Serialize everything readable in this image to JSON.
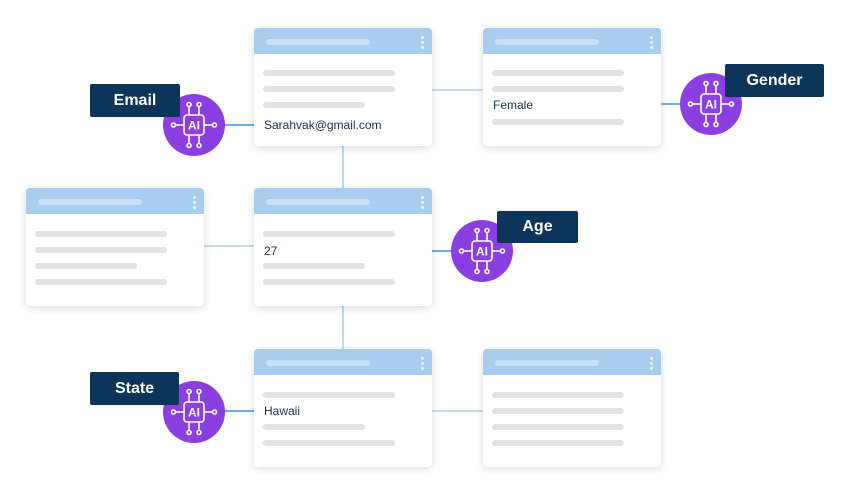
{
  "cards": {
    "email": {
      "value": "Sarahvak@gmail.com"
    },
    "gender": {
      "value": "Female"
    },
    "age": {
      "value": "27"
    },
    "state": {
      "value": "Hawaii"
    }
  },
  "tags": {
    "email": "Email",
    "gender": "Gender",
    "age": "Age",
    "state": "State"
  },
  "ai_icon_label": "AI",
  "colors": {
    "card_header": "#a9cdef",
    "ai_node": "#8c3fe0",
    "tag_bg": "#0d3459",
    "connector": "#a9cdef",
    "ai_link": "#3f8fe0"
  }
}
